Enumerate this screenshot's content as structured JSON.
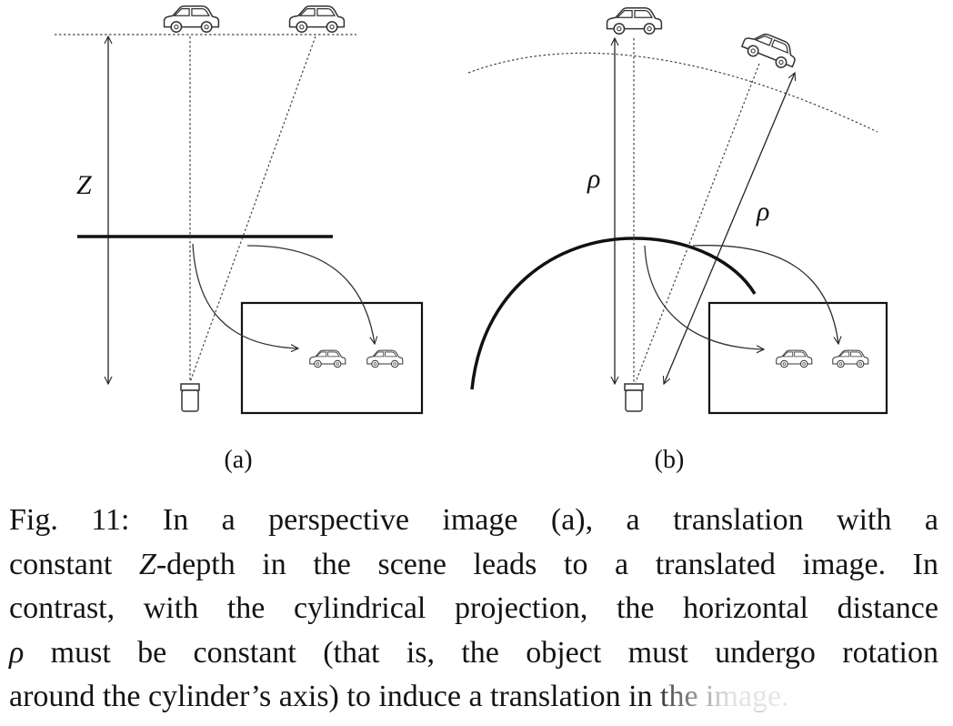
{
  "labels": {
    "z": "Z",
    "rho_left": "ρ",
    "rho_right": "ρ",
    "subfig_a": "(a)",
    "subfig_b": "(b)"
  },
  "caption": {
    "line1": "Fig. 11: In a perspective image (a), a translation with a",
    "line2_pre": "constant ",
    "line2_sym": "Z",
    "line2_post": "-depth in the scene leads to a translated image. In",
    "line3": "contrast, with the cylindrical projection, the horizontal distance",
    "line4_sym": "ρ",
    "line4_post": " must be constant (that is, the object must undergo rotation",
    "line5": "around the cylinder’s axis) to induce a translation in the image."
  },
  "icons": {
    "car": "car-icon",
    "camera": "camera-icon"
  }
}
